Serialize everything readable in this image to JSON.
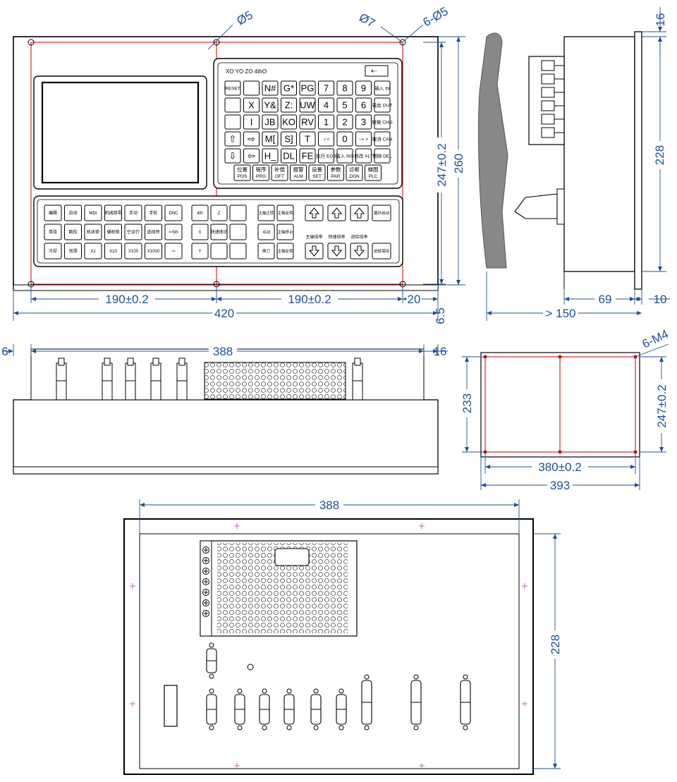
{
  "front": {
    "dims": {
      "hole_small": "Ø5",
      "hole_large": "Ø7",
      "hole_count": "6-Ø5",
      "span_left": "190±0.2",
      "span_right": "190±0.2",
      "edge": "20",
      "width": "420",
      "hole_height": "247±0.2",
      "height": "260",
      "bottom": "6.5"
    },
    "axis_label": "XO YO ZO 4thO",
    "right_keys": [
      [
        "RESET",
        "",
        "N#",
        "G*",
        "PG",
        "7",
        "8",
        "9",
        "输入 IN"
      ],
      [
        "",
        "X",
        "Y&",
        "Z:",
        "UW",
        "4",
        "5",
        "6",
        "输出 OUT"
      ],
      [
        "",
        "I",
        "JB",
        "KO",
        "RV",
        "1",
        "2",
        "3",
        "转换 CHG"
      ],
      [
        "⇧",
        "⇨",
        "M[",
        "S]",
        "T",
        "·/ <",
        "0",
        "−+ >",
        "取消 CAN"
      ],
      [
        "⇩",
        "⇦",
        "H_",
        "DL",
        "FE",
        "执行 EOB",
        "插入 INS",
        "修改 ALT",
        "删除 DEL"
      ]
    ],
    "menu_keys": [
      [
        "位置",
        "POS"
      ],
      [
        "程序",
        "PRG"
      ],
      [
        "补偿",
        "OFT"
      ],
      [
        "报警",
        "ALM"
      ],
      [
        "设置",
        "SET"
      ],
      [
        "参数",
        "PAR"
      ],
      [
        "诊断",
        "DGN"
      ],
      [
        "梯图",
        "PLC"
      ]
    ],
    "mode_keys": [
      [
        "编辑",
        "自动",
        "MDI",
        "机械回零",
        "手动",
        "手轮",
        "DNC"
      ],
      [
        "单段",
        "跳段",
        "机床锁",
        "辅助锁",
        "空运行",
        "选择停",
        "⇦5th"
      ],
      [
        "冷却",
        "润滑",
        "X1",
        "X10",
        "X100",
        "X1000",
        "⇨"
      ]
    ],
    "axis_keys": [
      "4th",
      "Z",
      "",
      "X",
      "快速移动",
      "",
      "Y",
      "",
      ""
    ],
    "spindle_keys": [
      "主轴正转",
      "主轴反转",
      "点动",
      "主轴停止",
      "换刀",
      "主轴反转"
    ],
    "override_labels": [
      "主轴倍率",
      "快速倍率",
      "进给倍率"
    ],
    "right_end_keys": [
      "循环启动",
      "进给保持"
    ]
  },
  "side": {
    "dims": {
      "top": "16",
      "height": "228",
      "depth": "69",
      "edge": "10",
      "clearance": "> 150"
    }
  },
  "top_view": {
    "dims": {
      "left": "6",
      "width": "388",
      "right": "16"
    }
  },
  "cutout": {
    "dims": {
      "thread": "6-M4",
      "inner_height": "233",
      "hole_height": "247±0.2",
      "hole_span": "380±0.2",
      "width": "393"
    }
  },
  "rear": {
    "dims": {
      "width": "388",
      "height": "228"
    }
  }
}
